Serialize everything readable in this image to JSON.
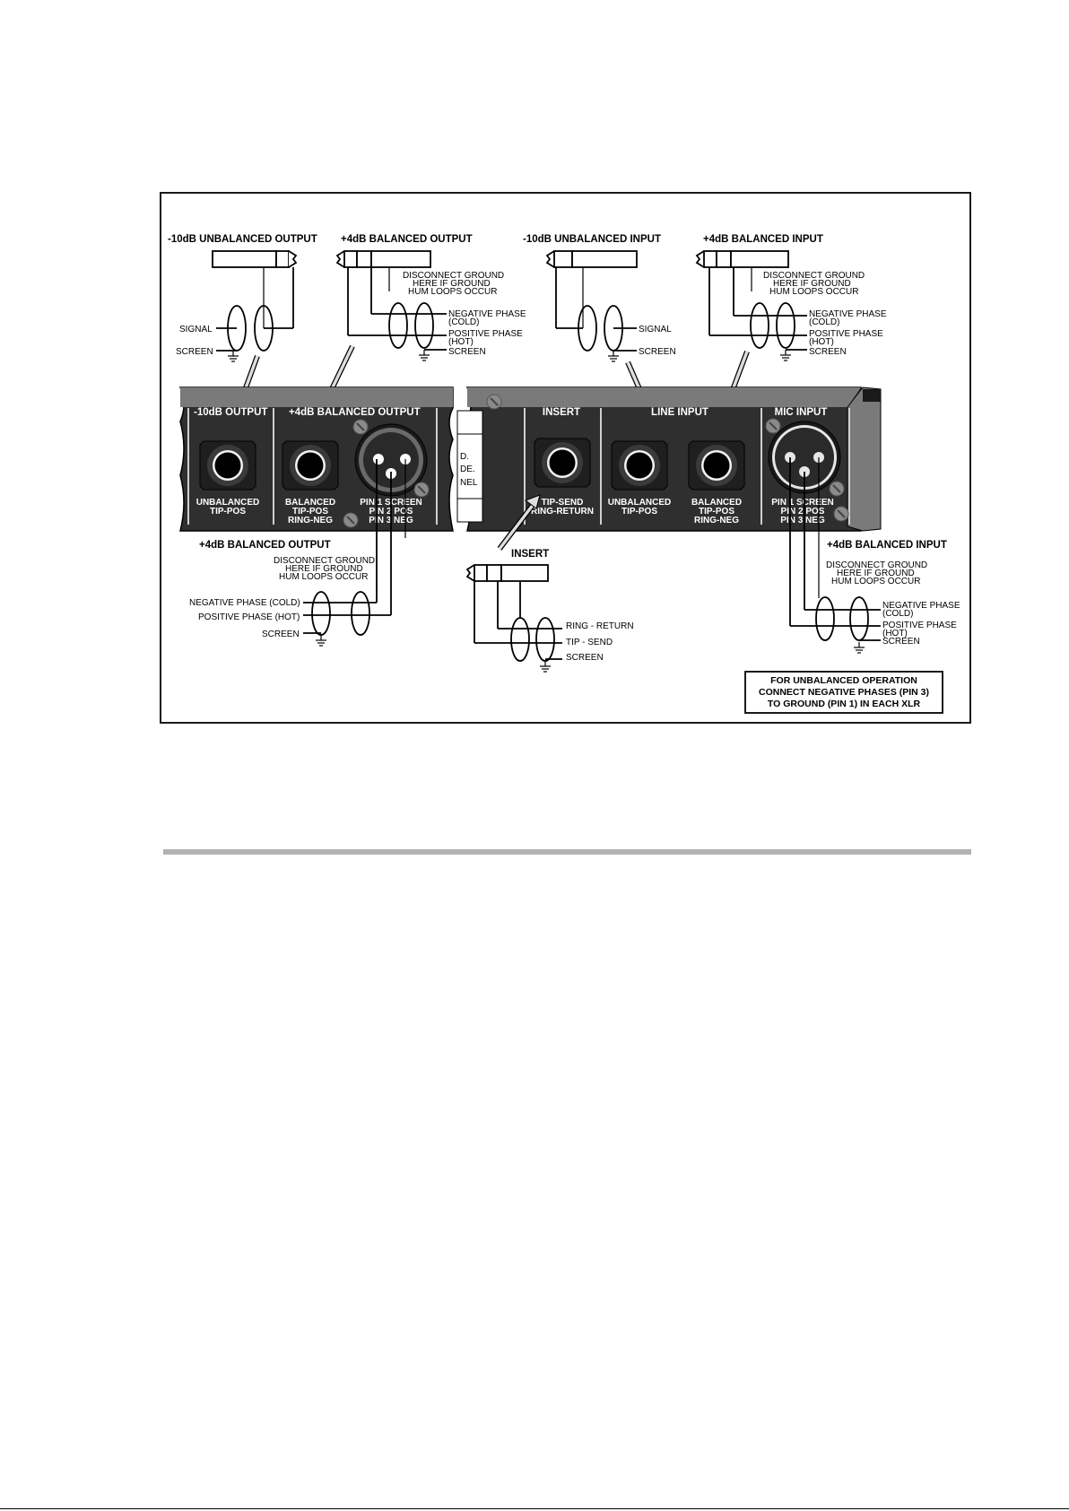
{
  "top": {
    "unbal_out": {
      "title": "-10dB UNBALANCED OUTPUT",
      "signal": "SIGNAL",
      "screen": "SCREEN"
    },
    "bal_out": {
      "title": "+4dB BALANCED OUTPUT",
      "disconnect": [
        "DISCONNECT GROUND",
        "HERE IF GROUND",
        "HUM LOOPS OCCUR"
      ],
      "neg": [
        "NEGATIVE PHASE",
        "(COLD)"
      ],
      "pos": [
        "POSITIVE PHASE",
        "(HOT)"
      ],
      "screen": "SCREEN"
    },
    "unbal_in": {
      "title": "-10dB UNBALANCED INPUT",
      "signal": "SIGNAL",
      "screen": "SCREEN"
    },
    "bal_in": {
      "title": "+4dB BALANCED INPUT",
      "disconnect": [
        "DISCONNECT GROUND",
        "HERE IF GROUND",
        "HUM LOOPS OCCUR"
      ],
      "neg": [
        "NEGATIVE PHASE",
        "(COLD)"
      ],
      "pos": [
        "POSITIVE PHASE",
        "(HOT)"
      ],
      "screen": "SCREEN"
    }
  },
  "panel": {
    "out_10": {
      "header": "-10dB OUTPUT",
      "caption": [
        "UNBALANCED",
        "TIP-POS"
      ]
    },
    "out_bal": {
      "header": "+4dB BALANCED OUTPUT",
      "jack_caption": [
        "BALANCED",
        "TIP-POS",
        "RING-NEG"
      ],
      "xlr_caption": [
        "PIN 1 SCREEN",
        "PIN 2 POS",
        "PIN 3 NEG"
      ]
    },
    "fragment": [
      "D.",
      "DE.",
      "NEL"
    ],
    "insert": {
      "header": "INSERT",
      "caption": [
        "TIP-SEND",
        "RING-RETURN"
      ]
    },
    "line": {
      "header": "LINE INPUT",
      "unbal_caption": [
        "UNBALANCED",
        "TIP-POS"
      ],
      "bal_caption": [
        "BALANCED",
        "TIP-POS",
        "RING-NEG"
      ]
    },
    "mic": {
      "header": "MIC INPUT",
      "caption": [
        "PIN 1 SCREEN",
        "PIN 2 POS",
        "PIN 3 NEG"
      ]
    }
  },
  "bottom": {
    "bal_out": {
      "title": "+4dB BALANCED OUTPUT",
      "disconnect": [
        "DISCONNECT GROUND",
        "HERE IF GROUND",
        "HUM LOOPS OCCUR"
      ],
      "neg": "NEGATIVE PHASE (COLD)",
      "pos": "POSITIVE PHASE (HOT)",
      "screen": "SCREEN"
    },
    "insert": {
      "title": "INSERT",
      "ring": "RING - RETURN",
      "tip": "TIP - SEND",
      "screen": "SCREEN"
    },
    "bal_in": {
      "title": "+4dB BALANCED INPUT",
      "disconnect": [
        "DISCONNECT GROUND",
        "HERE IF GROUND",
        "HUM LOOPS OCCUR"
      ],
      "neg": [
        "NEGATIVE PHASE",
        "(COLD)"
      ],
      "pos": [
        "POSITIVE PHASE",
        "(HOT)"
      ],
      "screen": "SCREEN"
    }
  },
  "note": [
    "FOR UNBALANCED OPERATION",
    "CONNECT NEGATIVE PHASES (PIN 3)",
    "TO GROUND (PIN 1) IN EACH XLR"
  ],
  "colors": {
    "panel": "#2f2f2f",
    "panel_top": "#7a7a7a",
    "rule": "#b3b3b3"
  }
}
